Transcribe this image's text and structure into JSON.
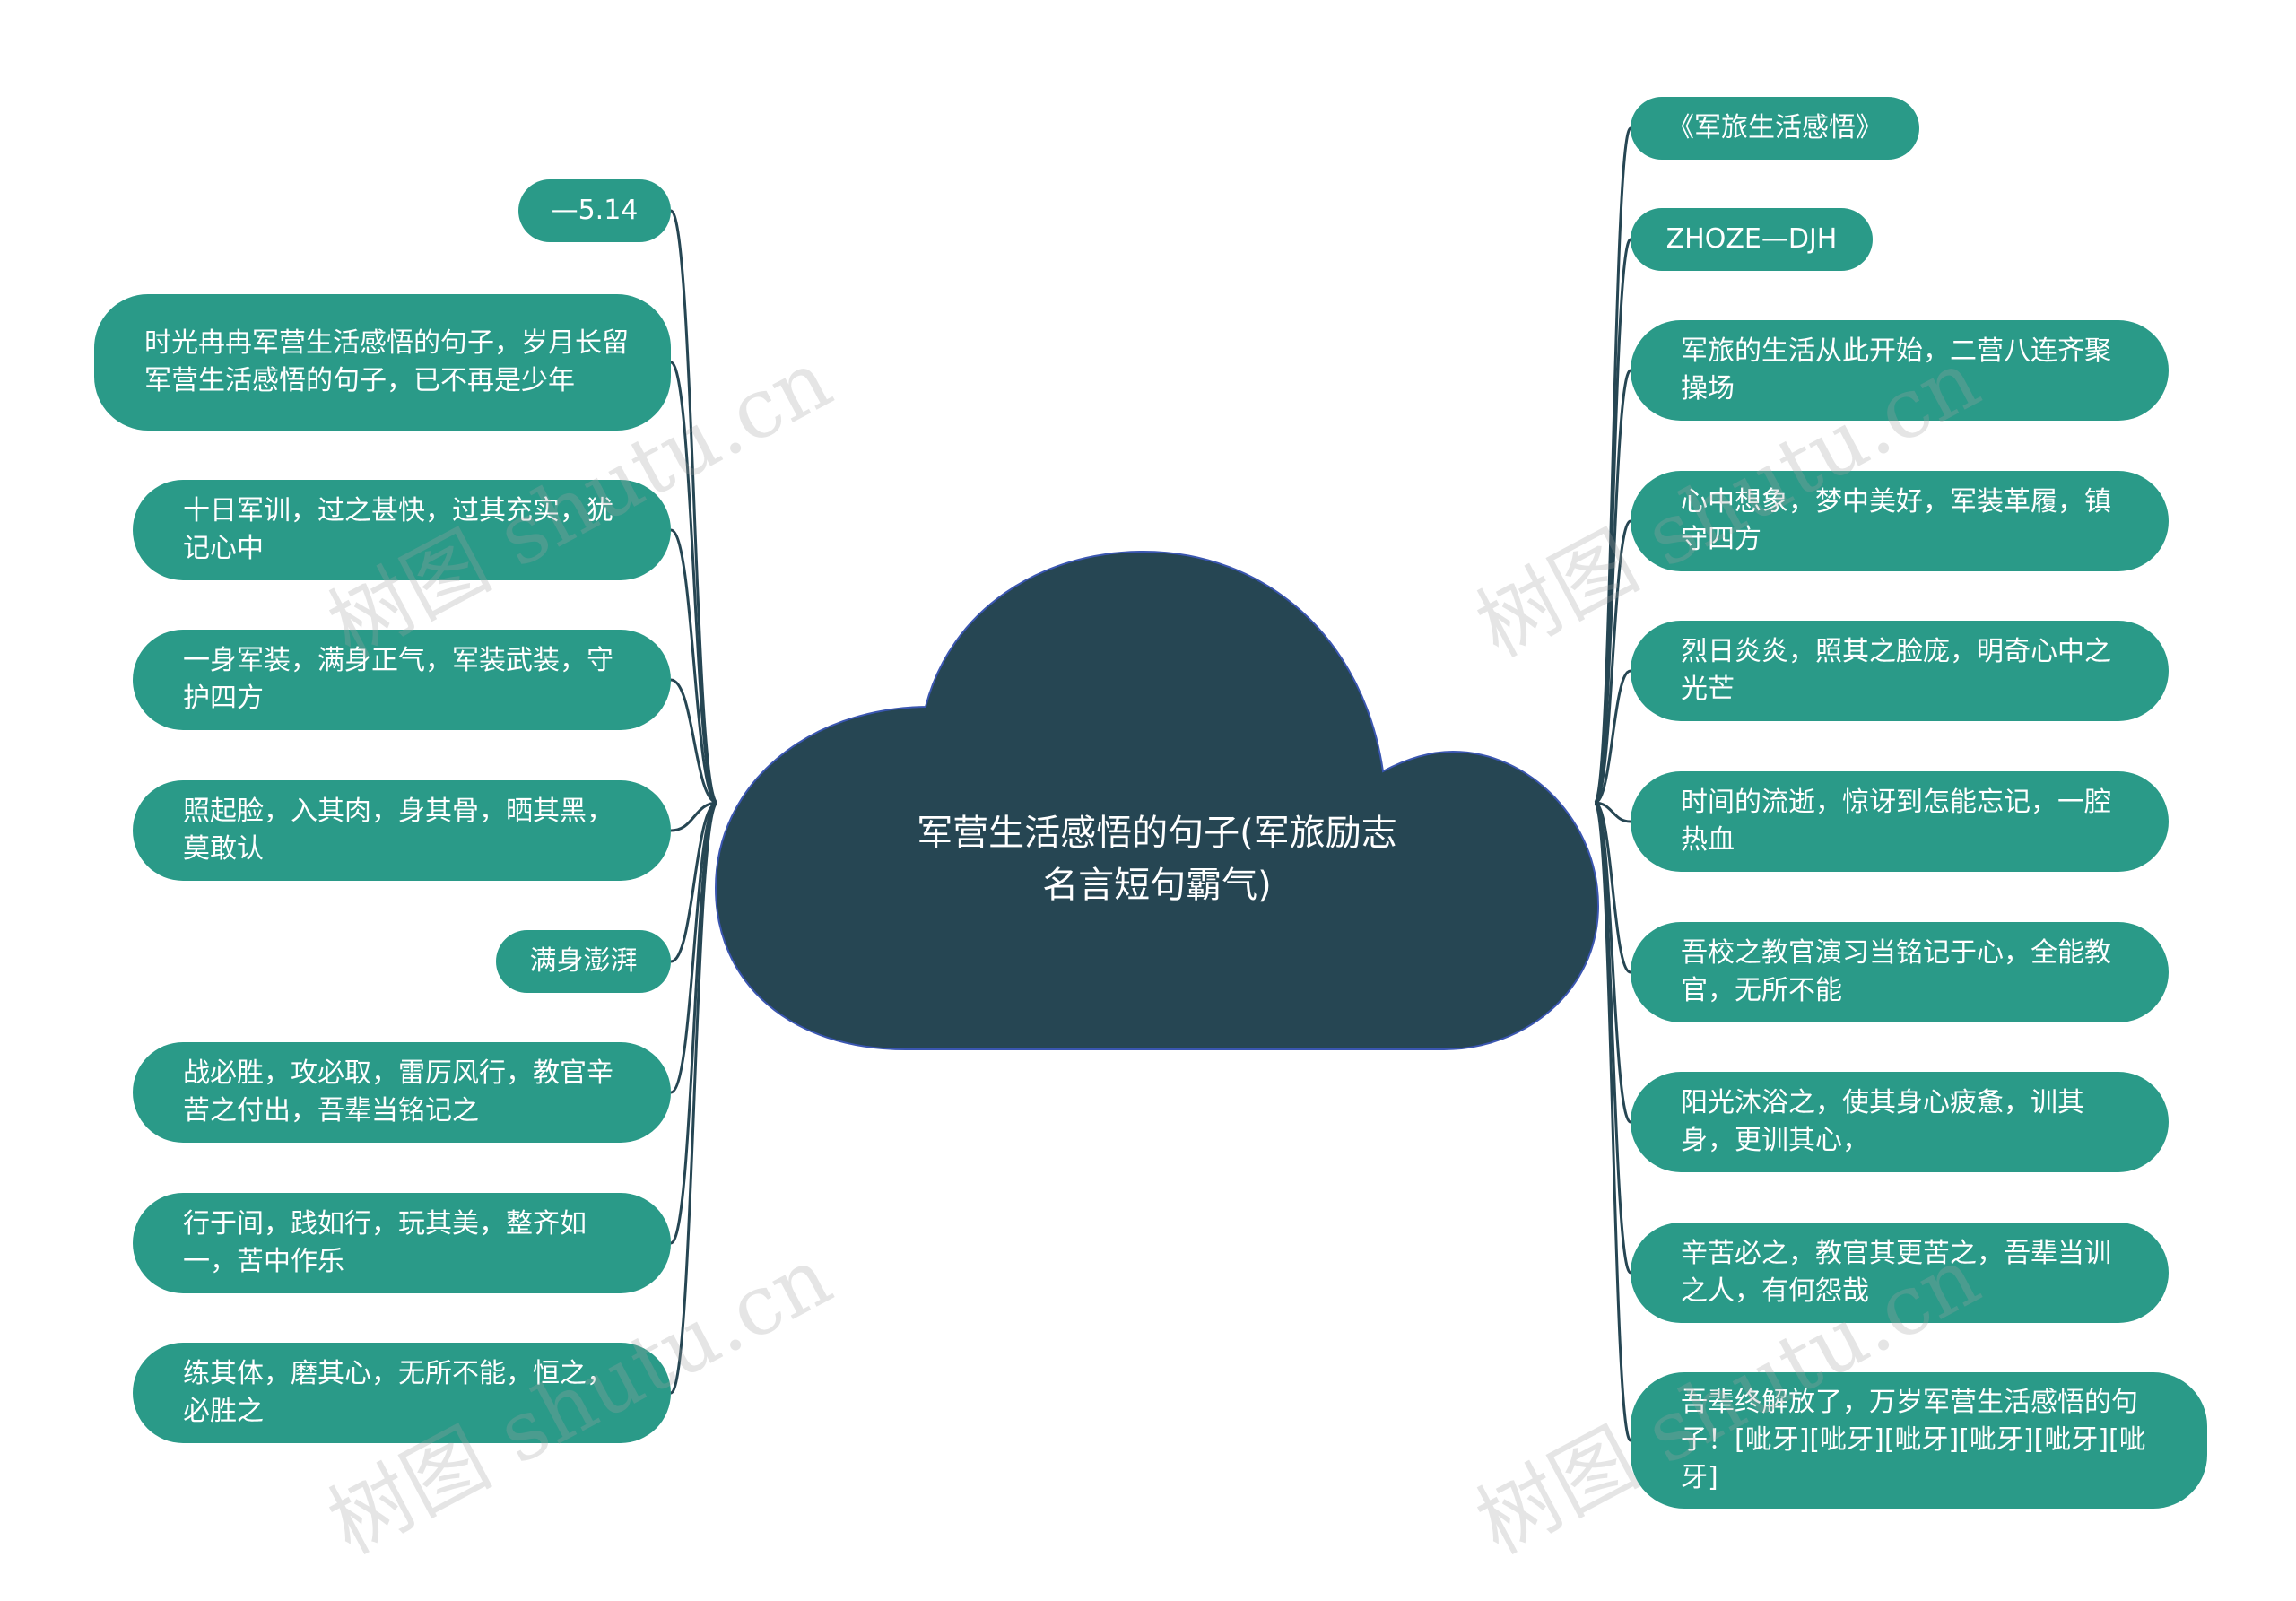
{
  "center": {
    "title": "军营生活感悟的句子(军旅励志名言短句霸气)"
  },
  "left_nodes": [
    {
      "text": "—5.14"
    },
    {
      "text": "时光冉冉军营生活感悟的句子，岁月长留军营生活感悟的句子，已不再是少年"
    },
    {
      "text": "十日军训，过之甚快，过其充实，犹记心中"
    },
    {
      "text": "一身军装，满身正气，军装武装，守护四方"
    },
    {
      "text": "照起脸，入其肉，身其骨，晒其黑，莫敢认"
    },
    {
      "text": "满身澎湃"
    },
    {
      "text": "战必胜，攻必取，雷厉风行，教官辛苦之付出，吾辈当铭记之"
    },
    {
      "text": "行于间，践如行，玩其美，整齐如一，苦中作乐"
    },
    {
      "text": "练其体，磨其心，无所不能，恒之，必胜之"
    }
  ],
  "right_nodes": [
    {
      "text": "《军旅生活感悟》"
    },
    {
      "text": "ZHOZE—DJH"
    },
    {
      "text": "军旅的生活从此开始，二营八连齐聚操场"
    },
    {
      "text": "心中想象，梦中美好，军装革履，镇守四方"
    },
    {
      "text": "烈日炎炎，照其之脸庞，明奇心中之光芒"
    },
    {
      "text": "时间的流逝，惊讶到怎能忘记，一腔热血"
    },
    {
      "text": "吾校之教官演习当铭记于心，全能教官，无所不能"
    },
    {
      "text": "阳光沐浴之，使其身心疲惫，训其身，更训其心，"
    },
    {
      "text": "辛苦必之，教官其更苦之，吾辈当训之人，有何怨哉"
    },
    {
      "text": "吾辈终解放了，万岁军营生活感悟的句子！[呲牙][呲牙][呲牙][呲牙][呲牙][呲牙]"
    }
  ],
  "watermark": "树图 shutu.cn",
  "colors": {
    "center": "#264653",
    "node": "#2a9a88",
    "line": "#264653"
  }
}
